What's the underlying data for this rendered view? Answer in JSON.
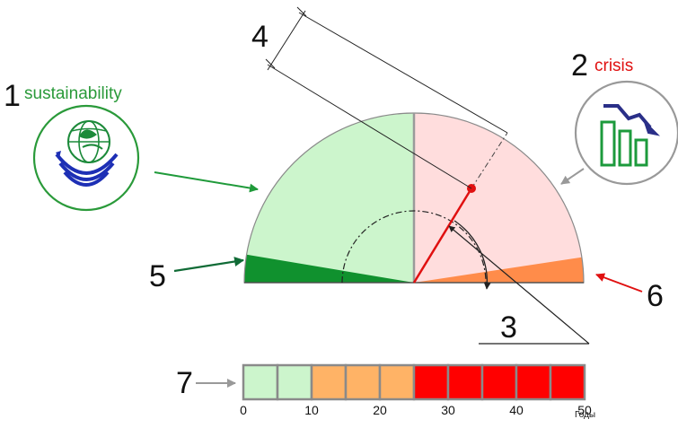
{
  "labels": {
    "n1": "1",
    "sustainability": "sustainability",
    "n2": "2",
    "crisis": "crisis",
    "n3": "3",
    "n4": "4",
    "n5": "5",
    "n6": "6",
    "n7": "7"
  },
  "scale": {
    "ticks": [
      "0",
      "10",
      "20",
      "30",
      "40",
      "50"
    ],
    "unit": "Годы",
    "cell_colors": [
      "#ccf5cc",
      "#ccf5cc",
      "#ffb366",
      "#ffb366",
      "#ffb366",
      "#ff0000",
      "#ff0000",
      "#ff0000",
      "#ff0000",
      "#ff0000"
    ]
  },
  "colors": {
    "sustain_fill": "#ccf5cc",
    "crisis_fill": "#ffdddd",
    "dark_green": "#10912e",
    "orange": "#ff8c4a",
    "needle": "#e01010",
    "arrow_green": "#1f9a3a",
    "arrow_gray": "#999999",
    "arrow_red": "#e01010"
  }
}
